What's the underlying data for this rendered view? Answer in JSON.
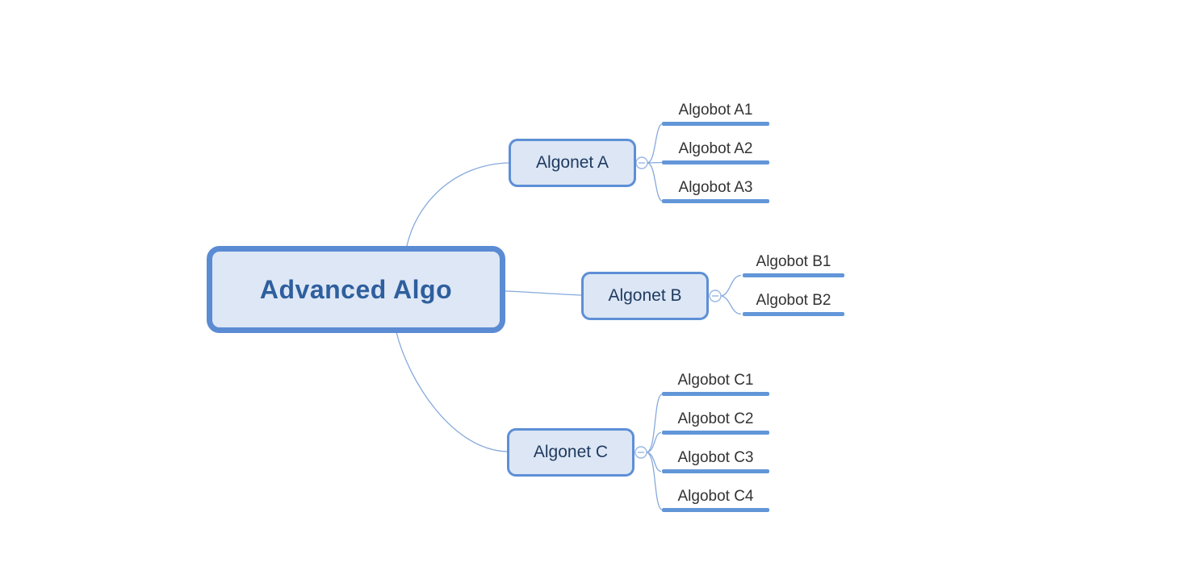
{
  "mindmap": {
    "root": {
      "label": "Advanced Algo"
    },
    "branches": [
      {
        "label": "Algonet A",
        "collapse_glyph": "minus",
        "children": [
          {
            "label": "Algobot A1"
          },
          {
            "label": "Algobot A2"
          },
          {
            "label": "Algobot A3"
          }
        ]
      },
      {
        "label": "Algonet B",
        "collapse_glyph": "minus",
        "children": [
          {
            "label": "Algobot B1"
          },
          {
            "label": "Algobot B2"
          }
        ]
      },
      {
        "label": "Algonet C",
        "collapse_glyph": "minus",
        "children": [
          {
            "label": "Algobot C1"
          },
          {
            "label": "Algobot C2"
          },
          {
            "label": "Algobot C3"
          },
          {
            "label": "Algobot C4"
          }
        ]
      }
    ]
  },
  "colors": {
    "background": "#ffffff",
    "root_border": "#5b8bd3",
    "root_fill": "#dee7f5",
    "root_text": "#2e5f9e",
    "branch_border": "#5e8fd6",
    "branch_fill": "#dce6f5",
    "branch_text": "#1f3a5f",
    "leaf_line": "#6296d8",
    "leaf_text": "#333333",
    "connector": "#86a9dc",
    "collapse_icon": "#9ab7e4"
  }
}
